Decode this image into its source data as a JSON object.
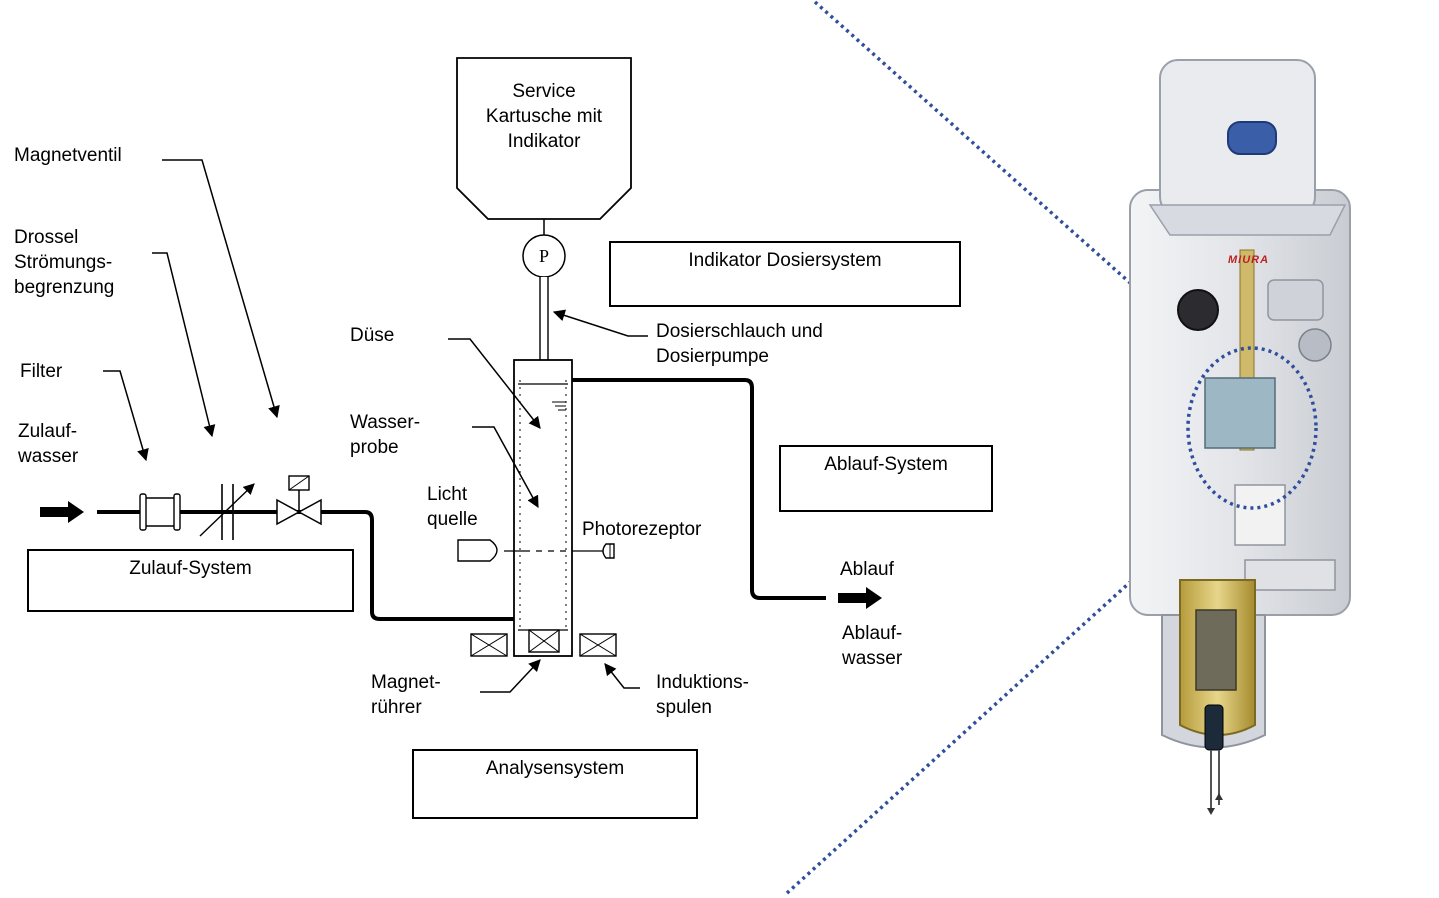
{
  "labels": {
    "cartridge": "Service\nKartusche mit\nIndikator",
    "pump_symbol": "P",
    "magnetventil": "Magnetventil",
    "drossel": "Drossel\nStrömungs-\nbegrenzung",
    "filter": "Filter",
    "zulaufwasser": "Zulauf-\nwasser",
    "duese": "Düse",
    "wasserprobe": "Wasser-\nprobe",
    "lichtquelle": "Licht\nquelle",
    "photorezeptor": "Photorezeptor",
    "dosierschlauch": "Dosierschlauch und\nDosierpumpe",
    "ablauf": "Ablauf",
    "ablaufwasser": "Ablauf-\nwasser",
    "magnetruehrer": "Magnet-\nrührer",
    "induktionsspulen": "Induktions-\nspulen"
  },
  "boxes": {
    "indikator_dosiersystem": "Indikator Dosiersystem",
    "ablauf_system": "Ablauf-System",
    "zulauf_system": "Zulauf-System",
    "analysensystem": "Analysensystem"
  },
  "device": {
    "brand": "MIURA"
  },
  "colors": {
    "line": "#000000",
    "dotted_separator": "#2f4f9c",
    "device_yellow": "#d9c36a",
    "device_body": "#e4e6ea"
  }
}
